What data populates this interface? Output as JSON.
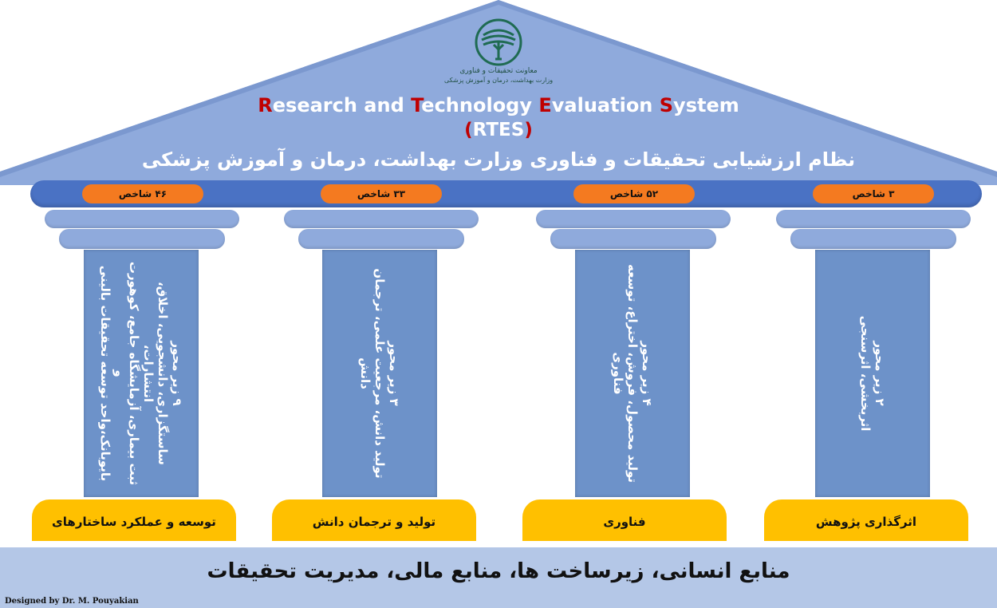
{
  "logo": {
    "name": "ministry-tree-logo",
    "line1": "معاونت تحقیقات و فناوری",
    "line2": "وزارت بهداشت، درمان و آموزش پزشکی"
  },
  "title": {
    "en_parts": [
      {
        "cap": "R",
        "rest": "esearch and "
      },
      {
        "cap": "T",
        "rest": "echnology "
      },
      {
        "cap": "E",
        "rest": "valuation "
      },
      {
        "cap": "S",
        "rest": "ystem"
      }
    ],
    "abbr_open": "(",
    "abbr": "RTES",
    "abbr_close": ")",
    "fa": "نظام ارزشیابی تحقیقات و فناوری وزارت بهداشت، درمان و آموزش پزشکی"
  },
  "pillars": [
    {
      "badge": "۴۶ شاخص",
      "lines": [
        "۹ زیر محور",
        "ساستگزاری، دانشجویی، اخلاق، انتشارات،",
        "ثبت بیماری، آزمایشگاه جامع، کوهورت و",
        "بایوبانک،واحد توسعه تحقیقات بالینی"
      ],
      "base": "توسعه و عملکرد ساختارهای تحقیقاتی"
    },
    {
      "badge": "۳۳ شاخص",
      "lines": [
        "۳ زیر محور",
        "تولید دانش، مرجعیت علمی، ترجمان دانش"
      ],
      "base": "تولید و ترجمان دانش"
    },
    {
      "badge": "۵۲ شاخص",
      "lines": [
        "۴ زیر محور",
        "تولید محصول، فروش، اختراع، توسعه",
        "فناوری"
      ],
      "base": "فناوری"
    },
    {
      "badge": "۳ شاخص",
      "lines": [
        "۲ زیر محور",
        "اثربخشی، اثرسنجی"
      ],
      "base": "اثرگذاری پژوهش"
    }
  ],
  "foundation": "منابع انسانی، زیرساخت ها، منابع مالی، مدیریت تحقیقات",
  "credit": "Designed by Dr. M. Pouyakian",
  "colors": {
    "roof": "#8faadc",
    "beam": "#4a72c4",
    "badge": "#f47a20",
    "shaft": "#6d92c9",
    "base": "#ffc000",
    "foundation": "#b4c7e7",
    "accent_red": "#c00000"
  }
}
